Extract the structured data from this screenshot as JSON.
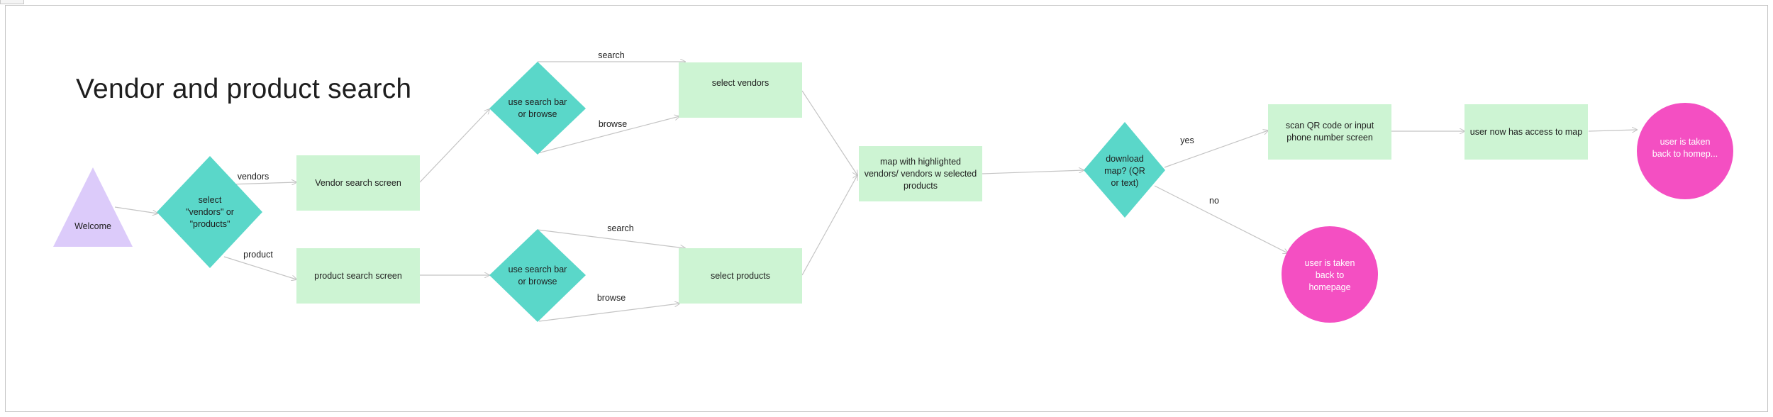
{
  "title": "Vendor and product search",
  "colors": {
    "triangle": "#dccbfa",
    "diamond": "#5ad7c9",
    "rect": "#cdf4d3",
    "circle": "#f44fc2",
    "connector": "#c4c4c4"
  },
  "nodes": {
    "welcome": "Welcome",
    "select_type": "select \"vendors\" or \"products\"",
    "vendor_screen": "Vendor search screen",
    "product_screen": "product search screen",
    "vendor_search_decision": "use search bar or browse",
    "product_search_decision": "use search bar or browse",
    "select_vendors": "select vendors",
    "select_products": "select products",
    "map_highlighted": "map with highlighted vendors/ vendors w selected products",
    "download_map": "download map? (QR or text)",
    "scan_qr": "scan QR code or input phone number screen",
    "access_map": "user now has access to map",
    "back_home_no": "user is taken back to homepage",
    "back_home_yes": "user is taken back to homep..."
  },
  "edge_labels": {
    "vendors": "vendors",
    "product": "product",
    "vendor_search": "search",
    "vendor_browse": "browse",
    "product_search": "search",
    "product_browse": "browse",
    "yes": "yes",
    "no": "no"
  }
}
